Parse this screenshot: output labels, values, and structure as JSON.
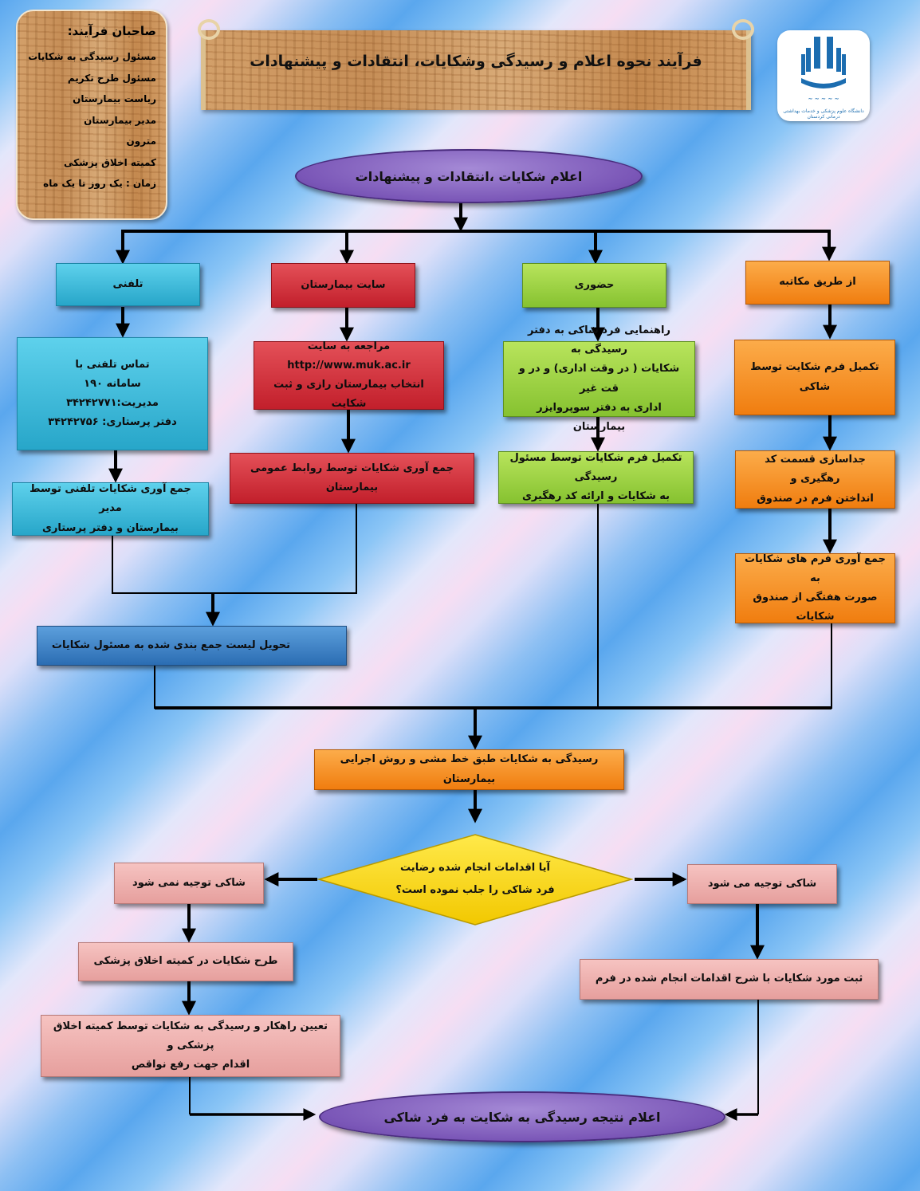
{
  "title": "فرآیند نحوه اعلام و رسیدگی وشکایات، انتقادات و پیشنهادات",
  "owners": {
    "heading": "صاحبان فرآیند:",
    "items": [
      "مسئول رسیدگی به شکایات",
      "مسئول طرح تکریم",
      "ریاست بیمارستان",
      "مدیر بیمارستان",
      "مترون",
      "کمیته اخلاق پزشکی",
      "زمان : یک روز تا یک ماه"
    ]
  },
  "logo": {
    "text": "دانشگاه علوم پزشکی و خدمات بهداشتی درمانی کردستان"
  },
  "start": "اعلام شکایات ،انتقادات و پیشنهادات",
  "channels": {
    "phone": {
      "label": "تلفنی",
      "step1": [
        "تماس تلفنی با",
        "سامانه ۱۹۰",
        "مدیریت:۳۴۲۴۲۷۷۱",
        "دفتر پرستاری:  ۳۴۲۴۲۷۵۶"
      ],
      "step2": [
        "جمع آوری شکایات تلفنی توسط مدیر",
        "بیمارستان و دفتر پرستاری"
      ]
    },
    "site": {
      "label": "سایت بیمارستان",
      "step1": [
        "مراجعه به سایت",
        "http://www.muk.ac.ir",
        "انتخاب بیمارستان رازی و ثبت شکایت"
      ],
      "step2": "جمع آوری شکایات توسط روابط عمومی بیمارستان"
    },
    "inperson": {
      "label": "حضوری",
      "step1": [
        "راهنمایی  فرد شاکی به دفتر رسیدگی به",
        "شکایات ( در وقت اداری) و در و قت غیر",
        "اداری به دفتر سوپروایزر بیمارستان"
      ],
      "step2": [
        "تکمیل فرم شکایات توسط مسئول رسیدگی",
        "به شکایات و ارائه کد رهگیری"
      ]
    },
    "letter": {
      "label": "از طریق مکاتبه",
      "step1": "تکمیل فرم شکایت توسط شاکی",
      "step2": [
        "جداسازی قسمت کد رهگیری و",
        "انداختن فرم در صندوق"
      ],
      "step3": [
        "جمع آوری فرم های شکایات به",
        "صورت هفتگی از صندوق شکایات"
      ]
    }
  },
  "delivery": "تحویل لیست جمع بندی شده به مسئول شکایات",
  "review": "رسیدگی به شکایات طبق خط مشی و روش اجرایی بیمارستان",
  "decision": [
    "آیا اقدامات انجام شده رضایت",
    "فرد شاکی را جلب نموده است؟"
  ],
  "no_branch": {
    "label": "شاکی توجیه نمی شود",
    "step1": "طرح شکایات در کمیته اخلاق پزشکی",
    "step2": [
      "تعیین راهکار و رسیدگی به شکایات توسط کمیته اخلاق پزشکی و",
      "اقدام جهت رفع نواقص"
    ]
  },
  "yes_branch": {
    "label": "شاکی توجیه می شود",
    "step1": "ثبت مورد شکایات با شرح اقدامات انجام شده در فرم"
  },
  "end": "اعلام نتیجه رسیدگی به شکایت به فرد شاکی"
}
